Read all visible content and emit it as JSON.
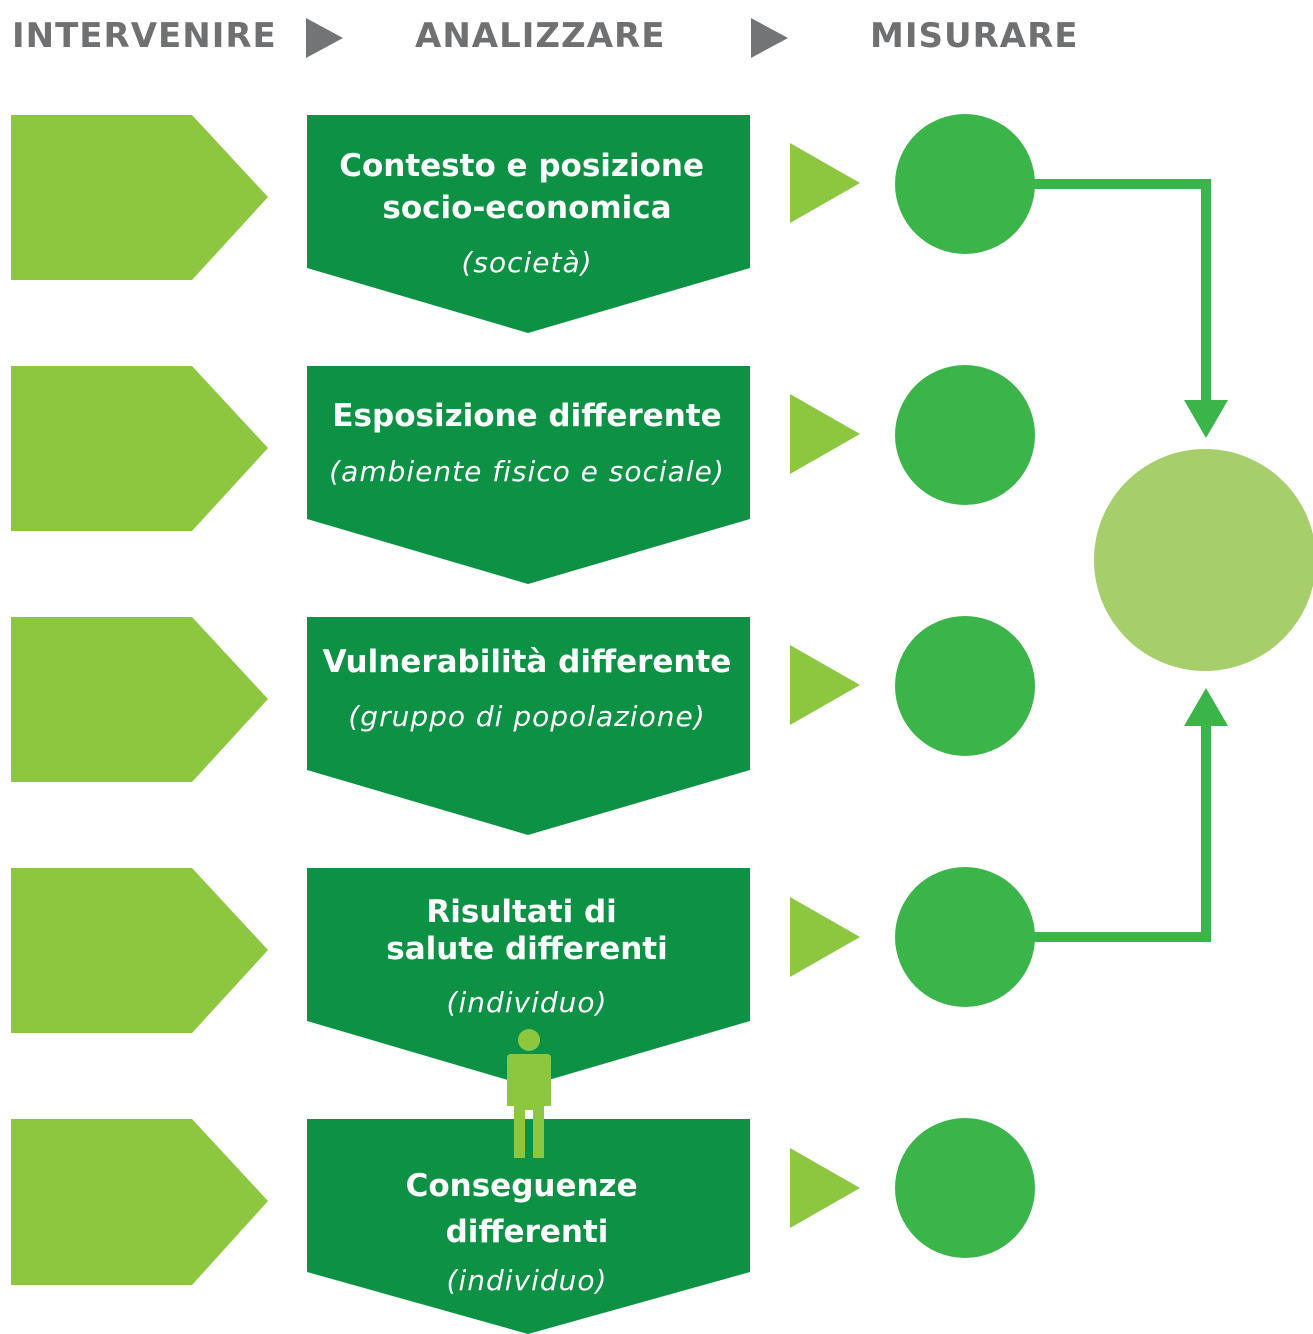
{
  "headers": {
    "intervenire": "INTERVENIRE",
    "analizzare": "ANALIZZARE",
    "misurare": "MISURARE"
  },
  "boxes": [
    {
      "title_lines": [
        "Contesto e posizione",
        "socio-economica"
      ],
      "subtitle": "(società)"
    },
    {
      "title_lines": [
        "Esposizione differente"
      ],
      "subtitle": "(ambiente fisico e sociale)"
    },
    {
      "title_lines": [
        "Vulnerabilità differente"
      ],
      "subtitle": "(gruppo di popolazione)"
    },
    {
      "title_lines": [
        "Risultati di",
        "salute differenti"
      ],
      "subtitle": "(individuo)"
    },
    {
      "title_lines": [
        "Conseguenze",
        "differenti"
      ],
      "subtitle": "(individuo)"
    }
  ],
  "icons": {
    "header_arrow": "play-triangle-icon",
    "person": "person-icon"
  },
  "colors": {
    "header_text": "#6f7072",
    "header_arrow": "#737475",
    "light_green": "#8dc63f",
    "dark_green": "#0d9245",
    "mid_green": "#3bb44a",
    "pale_green": "#a6ce6b"
  }
}
